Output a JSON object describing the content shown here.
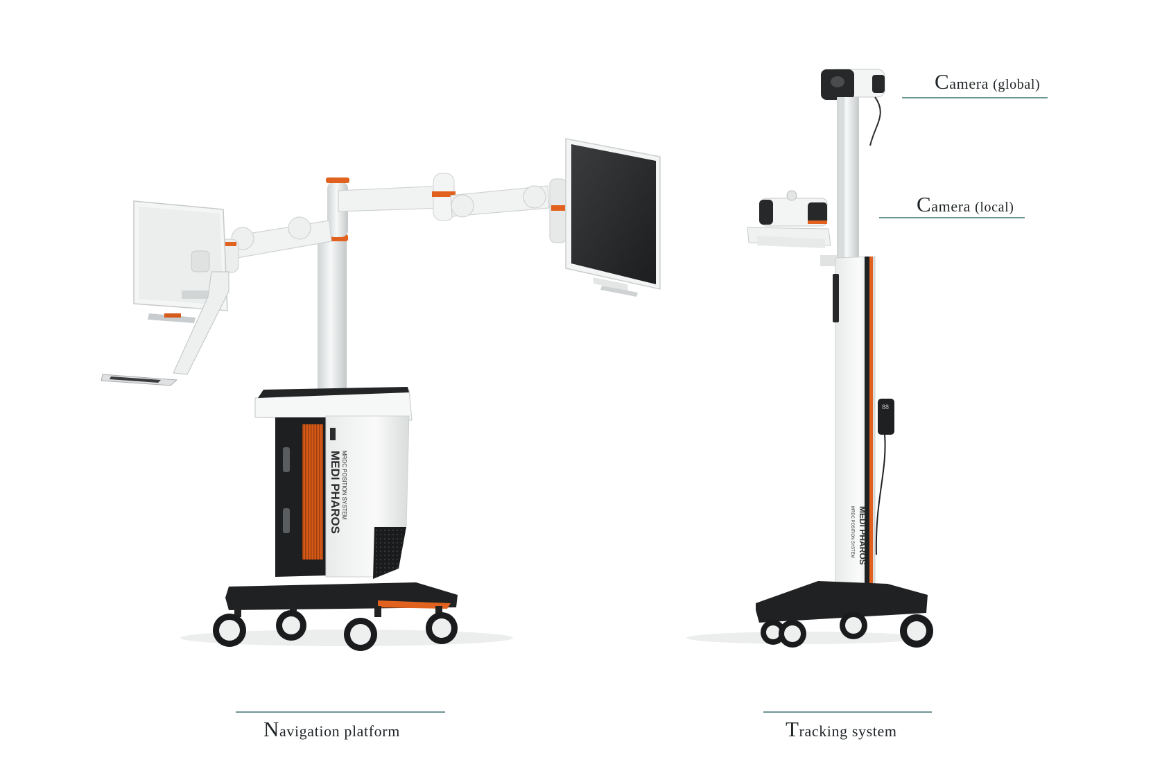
{
  "labels": {
    "camera_global": {
      "initial": "C",
      "word": "amera",
      "paren": "(global)"
    },
    "camera_local": {
      "initial": "C",
      "word": "amera",
      "paren": "(local)"
    },
    "navigation_platform": {
      "initial": "N",
      "rest": "avigation platform"
    },
    "tracking_system": {
      "initial": "T",
      "rest": "racking system"
    }
  },
  "branding": {
    "brand": "MEDI PHAROS",
    "product": "MRDC POSITION SYSTEM"
  },
  "palette": {
    "background": "#ffffff",
    "body_white": "#f2f3f3",
    "dark": "#1d1f21",
    "accent_orange": "#e0621e",
    "rule_teal": "#6f9496",
    "text": "#1f2426"
  }
}
